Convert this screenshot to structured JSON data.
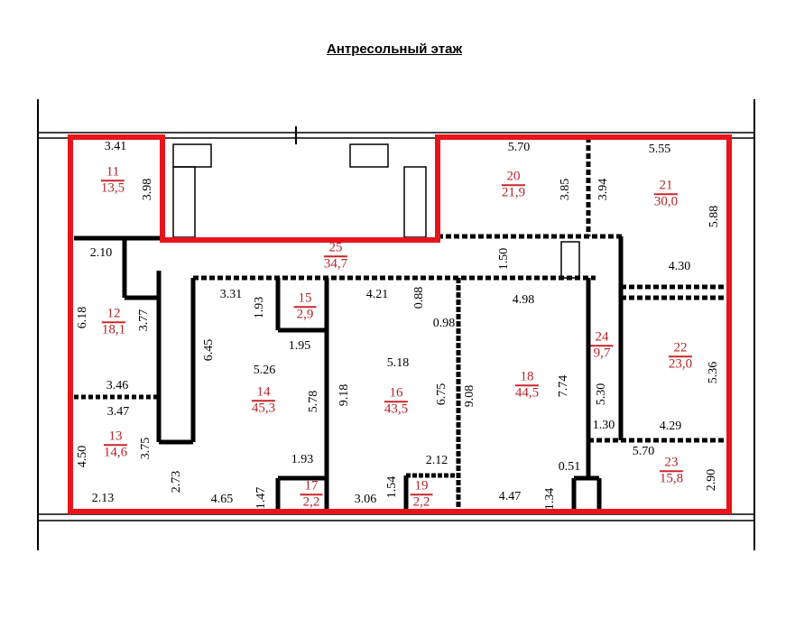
{
  "title": "Антресольный этаж",
  "colors": {
    "outline": "#e8141b",
    "room_label": "#b0262a",
    "wall": "#000000"
  },
  "rooms": [
    {
      "number": "11",
      "area": "13,5"
    },
    {
      "number": "20",
      "area": "21,9"
    },
    {
      "number": "21",
      "area": "30,0"
    },
    {
      "number": "25",
      "area": "34,7"
    },
    {
      "number": "12",
      "area": "18,1"
    },
    {
      "number": "15",
      "area": "2,9"
    },
    {
      "number": "14",
      "area": "45,3"
    },
    {
      "number": "16",
      "area": "43,5"
    },
    {
      "number": "18",
      "area": "44,5"
    },
    {
      "number": "24",
      "area": "9,7"
    },
    {
      "number": "22",
      "area": "23,0"
    },
    {
      "number": "13",
      "area": "14,6"
    },
    {
      "number": "17",
      "area": "2,2"
    },
    {
      "number": "19",
      "area": "2,2"
    },
    {
      "number": "23",
      "area": "15,8"
    }
  ],
  "dimensions": [
    "3.41",
    "3.98",
    "2.10",
    "6.18",
    "3.77",
    "3.46",
    "3.47",
    "4.50",
    "3.75",
    "2.13",
    "2.73",
    "6.45",
    "3.31",
    "1.93",
    "5.26",
    "1.95",
    "5.78",
    "1.93",
    "1.47",
    "4.65",
    "9.18",
    "4.21",
    "0.88",
    "0.98",
    "5.18",
    "6.75",
    "9.08",
    "2.12",
    "1.54",
    "3.06",
    "1.50",
    "4.98",
    "7.74",
    "0.51",
    "1.34",
    "4.47",
    "5.70",
    "3.85",
    "3.94",
    "5.55",
    "5.88",
    "4.30",
    "5.30",
    "1.30",
    "4.29",
    "5.70",
    "5.36",
    "2.90"
  ]
}
